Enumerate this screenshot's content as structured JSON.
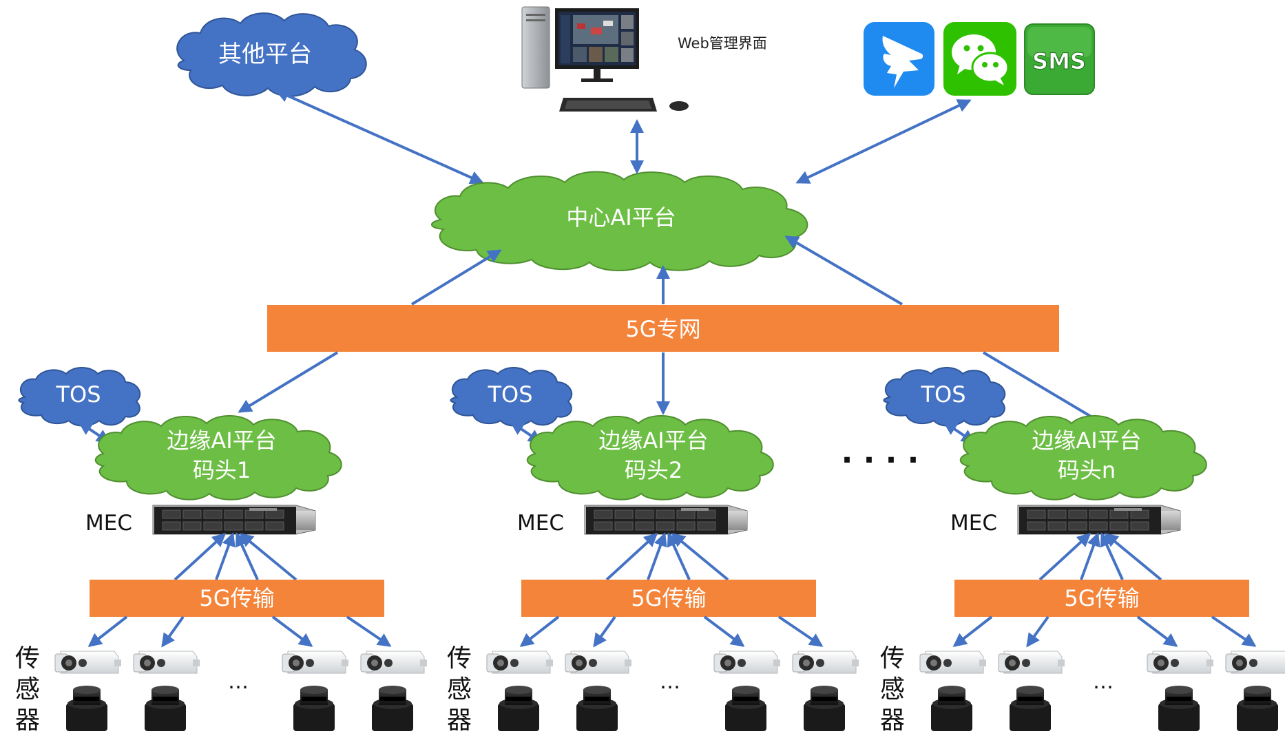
{
  "colors": {
    "arrow": "#4472C4",
    "bar": "#F4843A",
    "cloud_green": "#6DBE45",
    "cloud_green_stroke": "#4F8F2F",
    "cloud_blue": "#4472C4",
    "cloud_blue_stroke": "#2F5597",
    "dingtalk": "#1F8BF0",
    "wechat": "#2DC100",
    "sms": "#3BAA35"
  },
  "top": {
    "other_platform": "其他平台",
    "web_ui": "Web管理界面",
    "sms_label": "SMS",
    "icons": [
      "dingtalk-icon",
      "wechat-icon",
      "sms-icon",
      "desktop-computer-icon"
    ]
  },
  "center": {
    "platform": "中心AI平台",
    "network": "5G专网"
  },
  "dots": ". . . .",
  "groups": [
    {
      "tos": "TOS",
      "edge_line1": "边缘AI平台",
      "edge_line2": "码头1",
      "mec": "MEC",
      "transport": "5G传输",
      "sensor_label": [
        "传",
        "感",
        "器"
      ],
      "ellipsis": "…"
    },
    {
      "tos": "TOS",
      "edge_line1": "边缘AI平台",
      "edge_line2": "码头2",
      "mec": "MEC",
      "transport": "5G传输",
      "sensor_label": [
        "传",
        "感",
        "器"
      ],
      "ellipsis": "…"
    },
    {
      "tos": "TOS",
      "edge_line1": "边缘AI平台",
      "edge_line2": "码头n",
      "mec": "MEC",
      "transport": "5G传输",
      "sensor_label": [
        "传",
        "感",
        "器"
      ],
      "ellipsis": "…"
    }
  ]
}
